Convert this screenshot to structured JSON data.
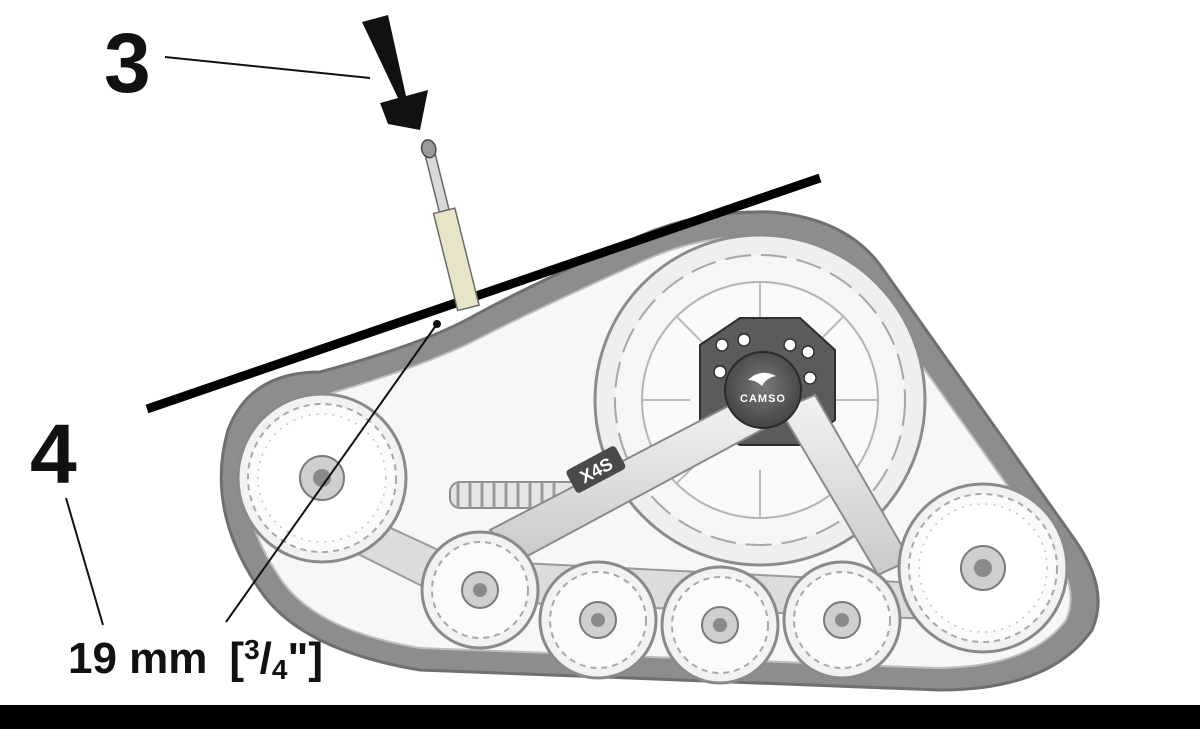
{
  "callouts": {
    "step_3": "3",
    "step_4": "4"
  },
  "measurement": {
    "value": "19 mm",
    "bracket_open": "[",
    "fraction_numerator": "3",
    "fraction_slash": "/",
    "fraction_denominator": "4",
    "inch_mark_close": "\"]"
  },
  "track_system": {
    "brand": "CAMSO",
    "model": "X4S"
  },
  "colors": {
    "track_belt": "#8a8a8a",
    "frame": "#e6e6e6",
    "ink": "#111111",
    "hub": "#5a5a5a",
    "spring": "#d8d8d8",
    "gauge_rod": "#e8e4c8"
  }
}
